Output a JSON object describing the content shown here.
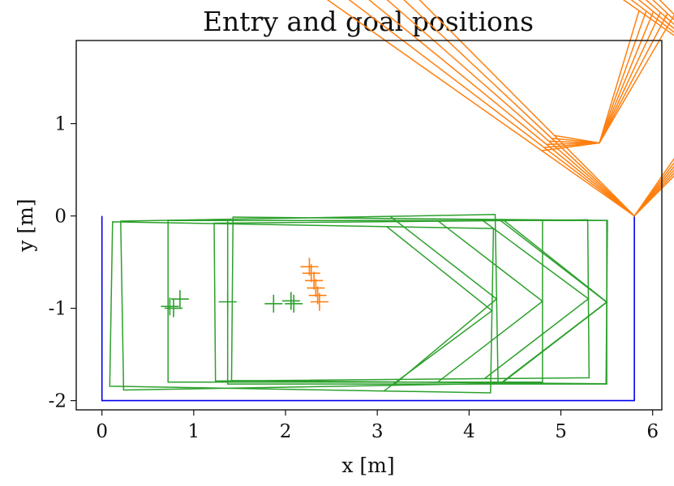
{
  "chart_data": {
    "type": "line",
    "title": "Entry and goal positions",
    "xlabel": "x [m]",
    "ylabel": "y [m]",
    "xlim": [
      -0.28,
      6.1
    ],
    "ylim": [
      -2.1,
      1.9
    ],
    "xticks": [
      0,
      1,
      2,
      3,
      4,
      5,
      6
    ],
    "yticks": [
      -2,
      -1,
      0,
      1
    ],
    "grid": false,
    "colors": {
      "slot": "#0000ee",
      "entry": "#ff7f0e",
      "goal": "#2ca02c",
      "axis": "#111111"
    },
    "slot": {
      "x": [
        0,
        0,
        5.8,
        5.8
      ],
      "y": [
        0,
        -2,
        -2,
        0
      ]
    },
    "entry_car": {
      "corner": [
        5.8,
        0
      ],
      "length": 4.4,
      "width": 1.85,
      "nose_x": 5.42,
      "nose_y": 0.79,
      "angles_deg": [
        135,
        137,
        139,
        141,
        143,
        145
      ],
      "goal_crosses": [
        {
          "x": 2.26,
          "y": -0.55
        },
        {
          "x": 2.28,
          "y": -0.62
        },
        {
          "x": 2.31,
          "y": -0.7
        },
        {
          "x": 2.33,
          "y": -0.78
        },
        {
          "x": 2.35,
          "y": -0.86
        },
        {
          "x": 2.37,
          "y": -0.93
        }
      ]
    },
    "goal_cars": [
      {
        "left": 0.1,
        "right": 4.25,
        "top": -0.1,
        "bottom": -1.88,
        "angle_deg": -1.0
      },
      {
        "left": 0.22,
        "right": 4.3,
        "top": -0.02,
        "bottom": -1.85,
        "angle_deg": 1.0
      },
      {
        "left": 0.72,
        "right": 4.8,
        "top": -0.05,
        "bottom": -1.8,
        "angle_deg": 0.0
      },
      {
        "left": 1.23,
        "right": 5.3,
        "top": -0.06,
        "bottom": -1.77,
        "angle_deg": 0.5
      },
      {
        "left": 1.37,
        "right": 5.5,
        "top": -0.05,
        "bottom": -1.82,
        "angle_deg": 0.0
      },
      {
        "left": 1.42,
        "right": 5.5,
        "top": -0.03,
        "bottom": -1.8,
        "angle_deg": -0.5
      }
    ],
    "goal_crosses": [
      {
        "x": 0.74,
        "y": -0.98
      },
      {
        "x": 0.78,
        "y": -1.0
      },
      {
        "x": 0.85,
        "y": -0.9
      },
      {
        "x": 1.37,
        "y": -0.93
      },
      {
        "x": 1.87,
        "y": -0.95
      },
      {
        "x": 2.06,
        "y": -0.92
      },
      {
        "x": 2.09,
        "y": -0.95
      }
    ]
  }
}
